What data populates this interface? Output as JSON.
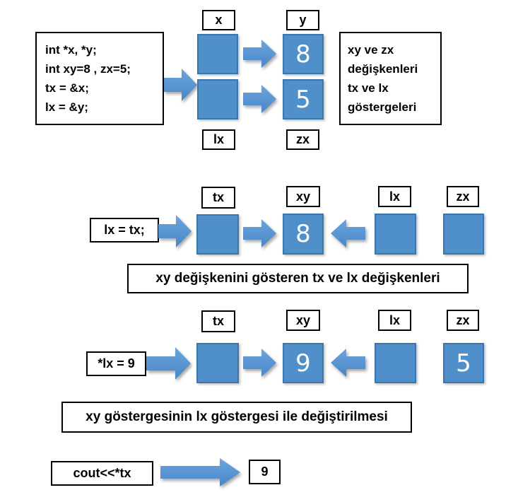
{
  "colors": {
    "square_fill": "#4f8fca",
    "square_border": "#3c74ad",
    "arrow_fill": "#5b9bd5",
    "arrow_fill_dark": "#4a86c8",
    "box_border": "#000000",
    "digit_color": "#ffffff"
  },
  "section1": {
    "code_lines": [
      "int *x, *y;",
      "int xy=8 , zx=5;",
      "tx = &x;",
      "lx = &y;"
    ],
    "labels": {
      "x": "x",
      "y": "y",
      "lx": "lx",
      "zx": "zx"
    },
    "values": {
      "x": "",
      "y": "8",
      "lx": "",
      "zx": "5"
    },
    "info_lines": [
      "xy ve zx",
      "değişkenleri",
      "tx ve lx",
      "göstergeleri"
    ]
  },
  "section2": {
    "statement": "lx = tx;",
    "labels": {
      "tx": "tx",
      "xy": "xy",
      "lx": "lx",
      "zx": "zx"
    },
    "values": {
      "tx": "",
      "xy": "8",
      "lx": "",
      "zx": ""
    },
    "caption": "xy değişkenini gösteren tx ve lx değişkenleri"
  },
  "section3": {
    "statement": "*lx = 9",
    "labels": {
      "tx": "tx",
      "xy": "xy",
      "lx": "lx",
      "zx": "zx"
    },
    "values": {
      "tx": "",
      "xy": "9",
      "lx": "",
      "zx": "5"
    },
    "caption": "xy göstergesinin lx göstergesi ile değiştirilmesi"
  },
  "section4": {
    "statement": "cout<<*tx",
    "result": "9"
  }
}
